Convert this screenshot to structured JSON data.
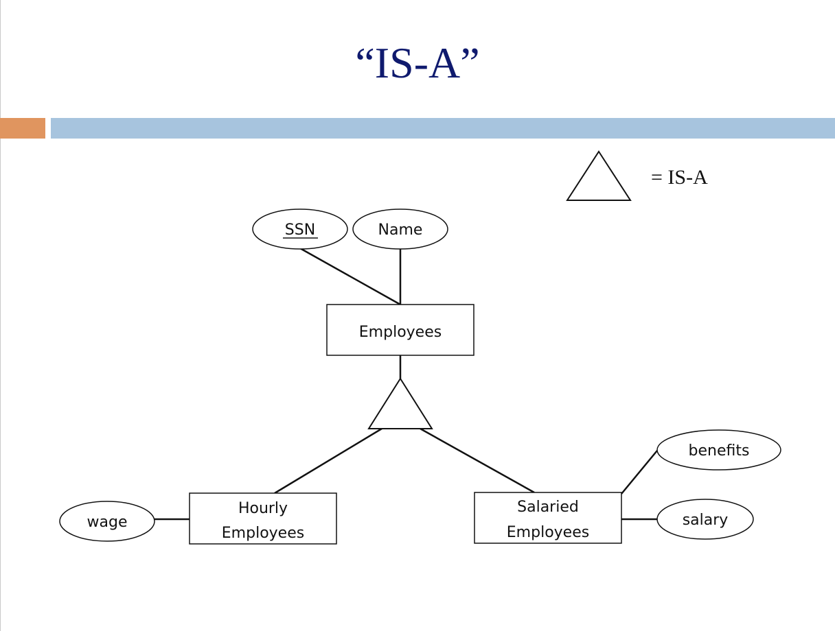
{
  "slide": {
    "title": "“IS-A”"
  },
  "legend": {
    "text": "= IS-A"
  },
  "entities": {
    "employees": "Employees",
    "hourly_line1": "Hourly",
    "hourly_line2": "Employees",
    "salaried_line1": "Salaried",
    "salaried_line2": "Employees"
  },
  "attributes": {
    "ssn": "SSN",
    "name": "Name",
    "wage": "wage",
    "benefits": "benefits",
    "salary": "salary"
  },
  "colors": {
    "title": "#0f1a6e",
    "accent_orange": "#e0955f",
    "accent_blue": "#a7c4de"
  }
}
